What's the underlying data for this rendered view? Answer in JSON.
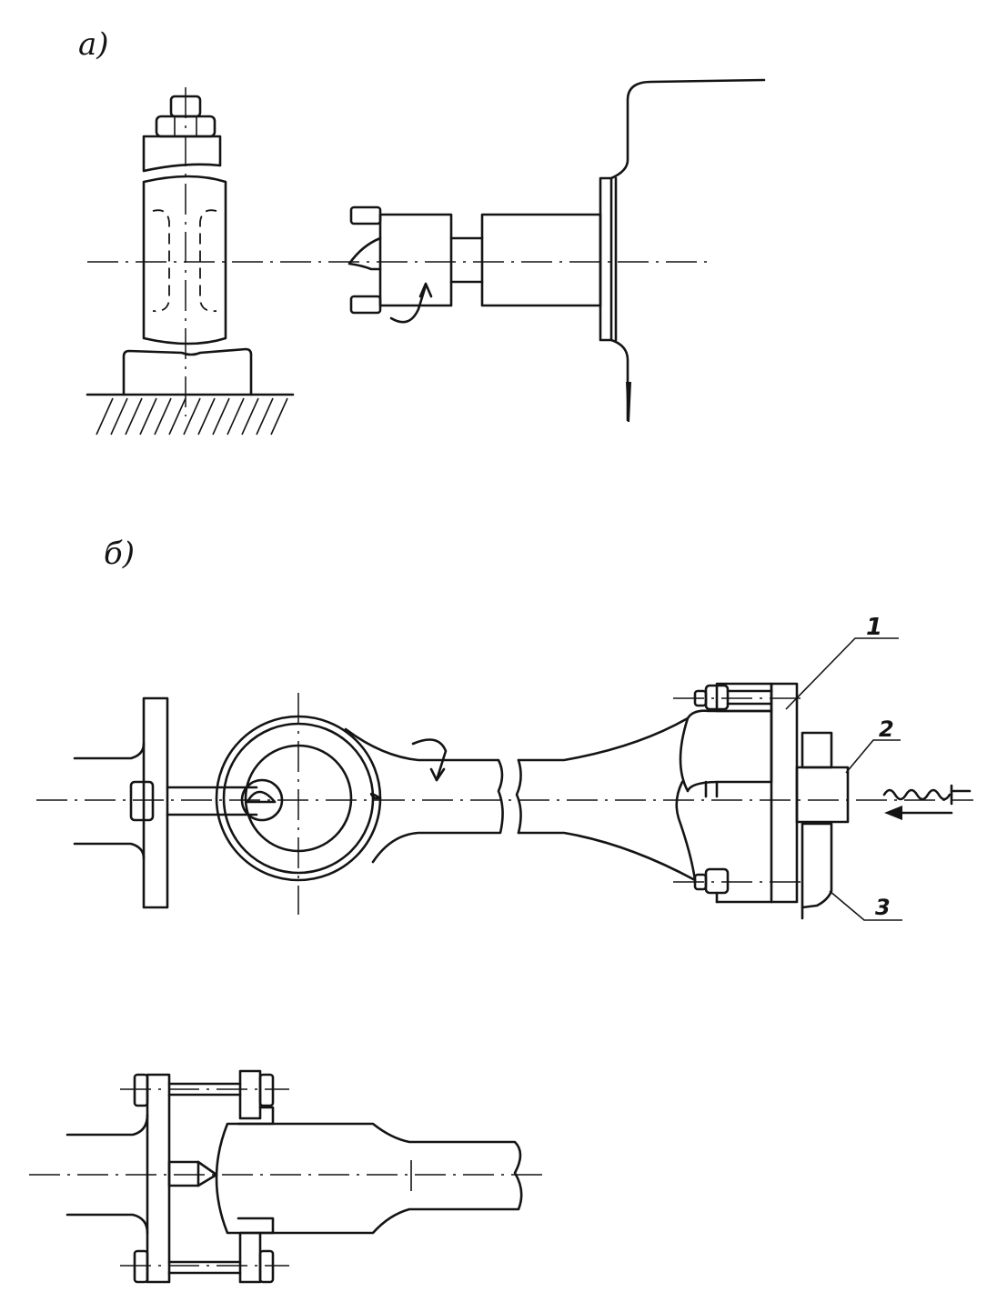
{
  "figure": {
    "panel_a_label": "a)",
    "panel_b_label": "б)",
    "callouts": [
      "1",
      "2",
      "3"
    ]
  },
  "colors": {
    "ink": "#141414",
    "paper": "#ffffff"
  }
}
